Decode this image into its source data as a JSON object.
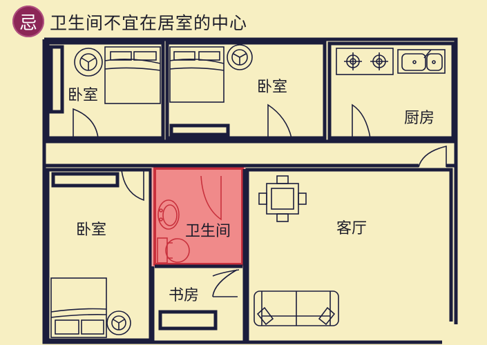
{
  "header": {
    "badge": "忌",
    "title": "卫生间不宜在居室的中心"
  },
  "rooms": {
    "bedroom_top_left": "卧室",
    "bedroom_top_middle": "卧室",
    "kitchen": "厨房",
    "bedroom_bottom_left": "卧室",
    "bathroom": "卫生间",
    "study": "书房",
    "living_room": "客厅"
  },
  "colors": {
    "wall": "#1b1d3c",
    "highlight": "#f08a8a",
    "highlight_border": "#c8303c",
    "badge": "#8c2657",
    "background": "#f7efc2"
  }
}
